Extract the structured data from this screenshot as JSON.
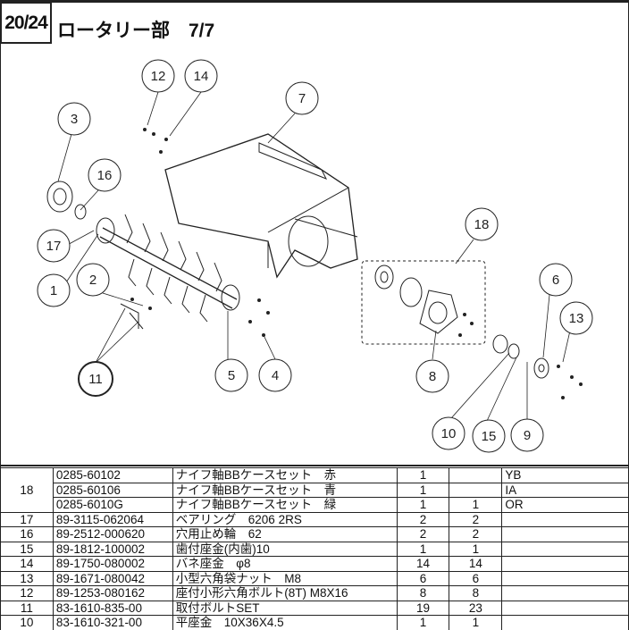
{
  "header": {
    "page_number": "20/24",
    "title": "ロータリー部　7/7"
  },
  "callouts": [
    "12",
    "14",
    "3",
    "16",
    "7",
    "17",
    "18",
    "6",
    "1",
    "2",
    "13",
    "11",
    "5",
    "4",
    "8",
    "10",
    "15",
    "9"
  ],
  "parts_table": {
    "rows": [
      {
        "no": "18",
        "part": "0285-60102",
        "name": "ナイフ軸BBケースセット　赤",
        "qty1": "1",
        "qty2": "",
        "note": "YB"
      },
      {
        "no": "",
        "part": "0285-60106",
        "name": "ナイフ軸BBケースセット　青",
        "qty1": "1",
        "qty2": "",
        "note": "IA"
      },
      {
        "no": "",
        "part": "0285-6010G",
        "name": "ナイフ軸BBケースセット　緑",
        "qty1": "1",
        "qty2": "1",
        "note": "OR"
      },
      {
        "no": "17",
        "part": "89-3115-062064",
        "name": "ベアリング　6206 2RS",
        "qty1": "2",
        "qty2": "2",
        "note": ""
      },
      {
        "no": "16",
        "part": "89-2512-000620",
        "name": "穴用止め輪　62",
        "qty1": "2",
        "qty2": "2",
        "note": ""
      },
      {
        "no": "15",
        "part": "89-1812-100002",
        "name": "歯付座金(内歯)10",
        "qty1": "1",
        "qty2": "1",
        "note": ""
      },
      {
        "no": "14",
        "part": "89-1750-080002",
        "name": "バネ座金　φ8",
        "qty1": "14",
        "qty2": "14",
        "note": ""
      },
      {
        "no": "13",
        "part": "89-1671-080042",
        "name": "小型六角袋ナット　M8",
        "qty1": "6",
        "qty2": "6",
        "note": ""
      },
      {
        "no": "12",
        "part": "89-1253-080162",
        "name": "座付小形六角ボルト(8T) M8X16",
        "qty1": "8",
        "qty2": "8",
        "note": ""
      },
      {
        "no": "11",
        "part": "83-1610-835-00",
        "name": "取付ボルトSET",
        "qty1": "19",
        "qty2": "23",
        "note": ""
      },
      {
        "no": "10",
        "part": "83-1610-321-00",
        "name": "平座金　10X36X4.5",
        "qty1": "1",
        "qty2": "1",
        "note": ""
      }
    ]
  }
}
